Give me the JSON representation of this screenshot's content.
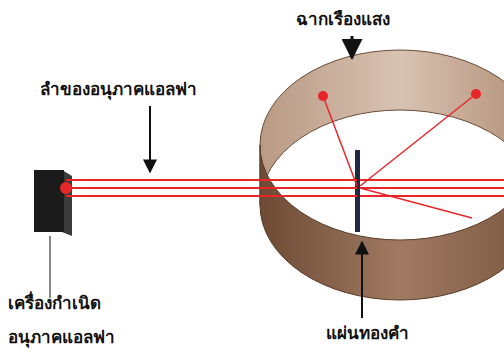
{
  "diagram": {
    "labels": [
      "ฉากเรืองแสง",
      "ลำของอนุภาคแอลฟา",
      "เครื่องกำเนิด อนุภาคแอลฟา",
      "แผ่นทองคำ"
    ]
  }
}
